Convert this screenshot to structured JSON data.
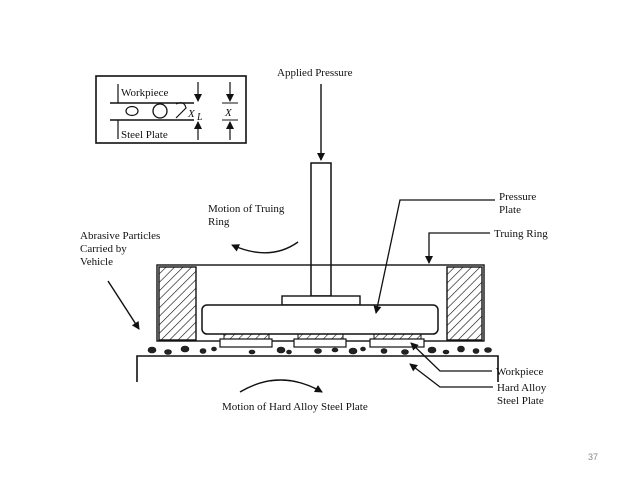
{
  "labels": {
    "applied_pressure": "Applied Pressure",
    "pressure_plate_1": "Pressure",
    "pressure_plate_2": "Plate",
    "motion_truing_1": "Motion of Truing",
    "motion_truing_2": "Ring",
    "truing_ring": "Truing Ring",
    "abrasive_1": "Abrasive Particles",
    "abrasive_2": "Carried by",
    "abrasive_3": "Vehicle",
    "workpiece": "Workpiece",
    "hard_alloy_1": "Hard Alloy",
    "hard_alloy_2": "Steel Plate",
    "motion_plate": "Motion of Hard Alloy Steel Plate"
  },
  "inset": {
    "workpiece": "Workpiece",
    "steel_plate": "Steel Plate",
    "xl_symbol": "X",
    "xl_sub": "L",
    "x_symbol": "X"
  },
  "page_number": "37"
}
